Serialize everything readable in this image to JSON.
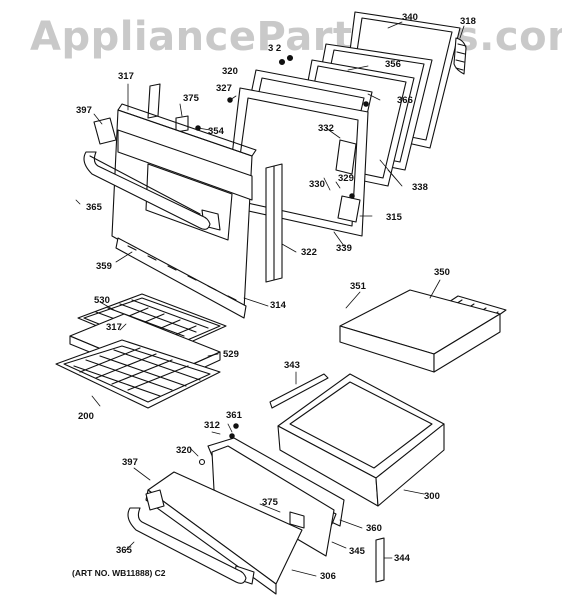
{
  "watermark": "AppliancePartsPros.com",
  "art_note": "(ART NO. WB11888) C2",
  "labels": [
    {
      "id": "340",
      "text": "340"
    },
    {
      "id": "318",
      "text": "318"
    },
    {
      "id": "356",
      "text": "356"
    },
    {
      "id": "366",
      "text": "366"
    },
    {
      "id": "32",
      "text": "3 2"
    },
    {
      "id": "320a",
      "text": "320"
    },
    {
      "id": "317",
      "text": "317"
    },
    {
      "id": "327",
      "text": "327"
    },
    {
      "id": "375a",
      "text": "375"
    },
    {
      "id": "354",
      "text": "354"
    },
    {
      "id": "397a",
      "text": "397"
    },
    {
      "id": "332",
      "text": "332"
    },
    {
      "id": "330",
      "text": "330"
    },
    {
      "id": "329",
      "text": "329"
    },
    {
      "id": "338",
      "text": "338"
    },
    {
      "id": "365a",
      "text": "365"
    },
    {
      "id": "315",
      "text": "315"
    },
    {
      "id": "339",
      "text": "339"
    },
    {
      "id": "322",
      "text": "322"
    },
    {
      "id": "359",
      "text": "359"
    },
    {
      "id": "350",
      "text": "350"
    },
    {
      "id": "351",
      "text": "351"
    },
    {
      "id": "314",
      "text": "314"
    },
    {
      "id": "530",
      "text": "530"
    },
    {
      "id": "317b",
      "text": "317"
    },
    {
      "id": "529",
      "text": "529"
    },
    {
      "id": "343",
      "text": "343"
    },
    {
      "id": "200",
      "text": "200"
    },
    {
      "id": "361",
      "text": "361"
    },
    {
      "id": "312",
      "text": "312"
    },
    {
      "id": "320b",
      "text": "320"
    },
    {
      "id": "397b",
      "text": "397"
    },
    {
      "id": "300",
      "text": "300"
    },
    {
      "id": "375b",
      "text": "375"
    },
    {
      "id": "360",
      "text": "360"
    },
    {
      "id": "345",
      "text": "345"
    },
    {
      "id": "344",
      "text": "344"
    },
    {
      "id": "365b",
      "text": "365"
    },
    {
      "id": "306",
      "text": "306"
    }
  ]
}
